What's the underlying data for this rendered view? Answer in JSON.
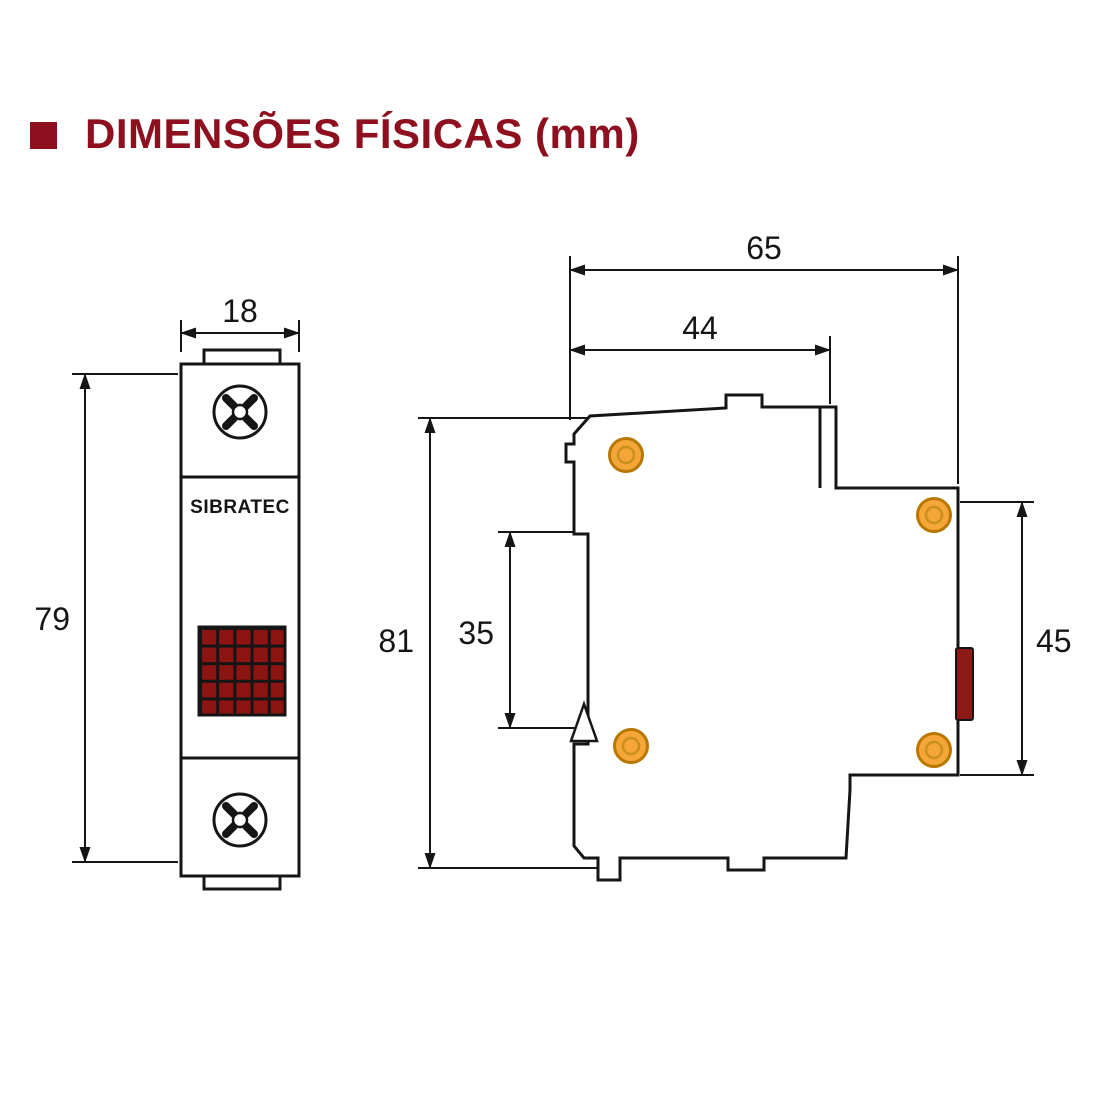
{
  "title": {
    "text": "DIMENSÕES FÍSICAS (mm)"
  },
  "front_view": {
    "brand": "SIBRATEC",
    "dimensions": {
      "width_mm": "18",
      "height_mm": "79"
    }
  },
  "side_view": {
    "dimensions": {
      "overall_width_mm": "65",
      "upper_width_mm": "44",
      "overall_height_mm": "81",
      "din_rail_slot_mm": "35",
      "right_section_mm": "45"
    }
  },
  "colors": {
    "accent": "#8E101E",
    "led_red": "#8C1412",
    "rivet_fill": "#F4A636",
    "rivet_ring": "#B87800",
    "side_tab_red": "#8C1A16",
    "line": "#151515"
  }
}
